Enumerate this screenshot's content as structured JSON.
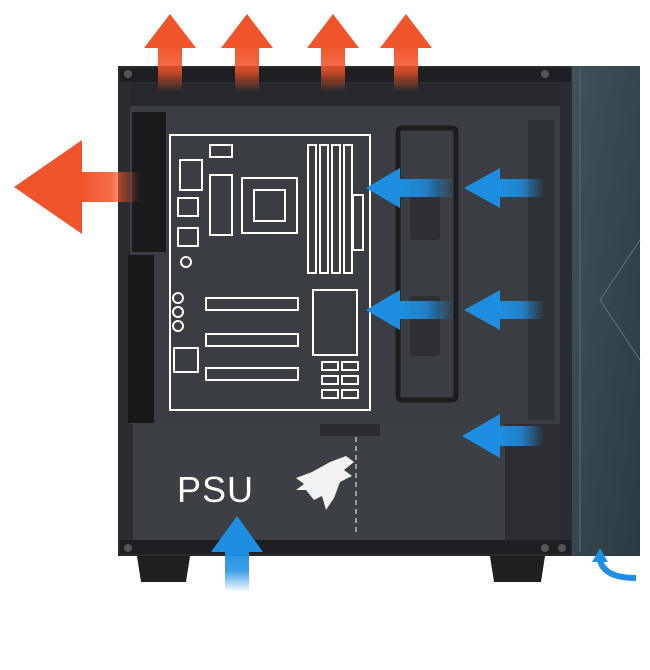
{
  "labels": {
    "psu": "PSU"
  },
  "icons": {
    "brand_logo": "aorus-eagle-logo-icon"
  },
  "colors": {
    "exhaust": "#f0542a",
    "intake": "#1e8fe0",
    "case_body": "#2a2c2f",
    "case_interior": "#3a3d41",
    "side_panel": "#36474e",
    "motherboard_outline": "#ffffff"
  },
  "airflow": {
    "exhaust_top_count": 4,
    "exhaust_rear_count": 1,
    "intake_front_count": 5,
    "intake_bottom_count": 1
  }
}
